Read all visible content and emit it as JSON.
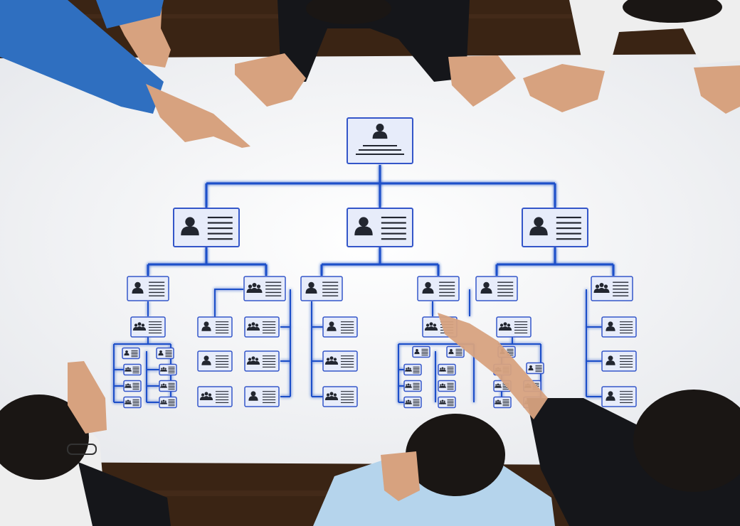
{
  "colors": {
    "wood": "#3a2414",
    "table": "#f4f5f7",
    "line": "#1e4fc9",
    "card_fill": "#e7ecfa",
    "card_border": "#3456c9",
    "icon": "#222630",
    "skin": "#d7a27f",
    "blue_shirt": "#2f6fc0",
    "black_shirt": "#15161a",
    "white_shirt": "#eeeeee",
    "light_blue_shirt": "#b5d4ec",
    "hair": "#1a1614"
  },
  "icons": [
    "person-icon",
    "group-icon",
    "text-lines-icon"
  ],
  "org_chart": {
    "top": {
      "icon": "person-icon"
    },
    "managers": [
      {
        "id": "m1",
        "icon": "person-icon"
      },
      {
        "id": "m2",
        "icon": "person-icon"
      },
      {
        "id": "m3",
        "icon": "person-icon"
      }
    ]
  }
}
